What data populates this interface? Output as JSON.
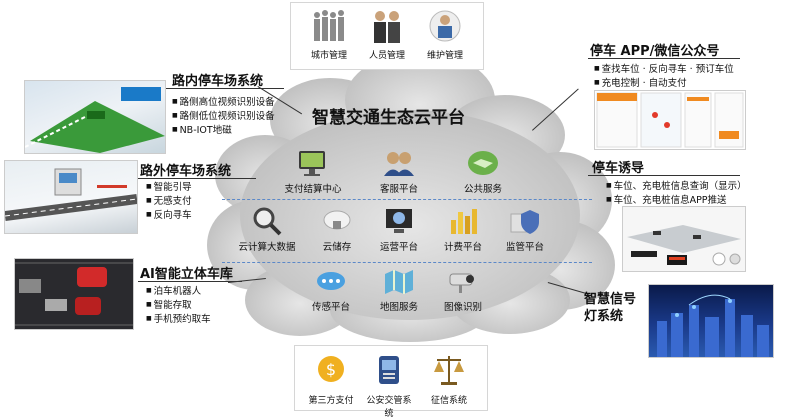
{
  "cloud": {
    "title": "智慧交通生态云平台",
    "row1": [
      {
        "label": "支付结算中心",
        "icon": "monitor-cash-icon"
      },
      {
        "label": "客服平台",
        "icon": "support-agents-icon"
      },
      {
        "label": "公共服务",
        "icon": "handshake-icon"
      }
    ],
    "row2": [
      {
        "label": "云计算大数据",
        "icon": "magnifier-cloud-icon"
      },
      {
        "label": "云储存",
        "icon": "cloud-lock-icon"
      },
      {
        "label": "运营平台",
        "icon": "operations-monitor-icon"
      },
      {
        "label": "计费平台",
        "icon": "bar-chart-icon"
      },
      {
        "label": "监管平台",
        "icon": "shield-icon"
      }
    ],
    "row3": [
      {
        "label": "传感平台",
        "icon": "sensor-cloud-icon"
      },
      {
        "label": "地图服务",
        "icon": "map-icon"
      },
      {
        "label": "图像识别",
        "icon": "camera-icon"
      }
    ]
  },
  "top_box": [
    {
      "label": "城市管理",
      "icon": "crowd-icon"
    },
    {
      "label": "人员管理",
      "icon": "staff-icon"
    },
    {
      "label": "维护管理",
      "icon": "maintenance-icon"
    }
  ],
  "bottom_box": [
    {
      "label": "第三方支付",
      "icon": "coin-icon"
    },
    {
      "label": "公安交管系统",
      "icon": "police-device-icon"
    },
    {
      "label": "征信系统",
      "icon": "scales-icon"
    }
  ],
  "left": [
    {
      "title": "路内停车场系统",
      "items": [
        "路侧高位视频识别设备",
        "路侧低位视频识别设备",
        "NB-IOT地磁"
      ]
    },
    {
      "title": "路外停车场系统",
      "items": [
        "智能引导",
        "无感支付",
        "反向寻车"
      ]
    },
    {
      "title": "AI智能立体车库",
      "items": [
        "泊车机器人",
        "智能存取",
        "手机预约取车"
      ]
    }
  ],
  "right": {
    "app": {
      "title": "停车 APP/微信公众号",
      "items": [
        "查找车位  ·  反向寻车  ·  预订车位",
        "充电控制  ·  自动支付"
      ]
    },
    "guide": {
      "title": "停车诱导",
      "items": [
        "车位、充电桩信息查询（显示）",
        "车位、充电桩信息APP推送"
      ]
    },
    "signal": {
      "title_line1": "智慧信号",
      "title_line2": "灯系统"
    }
  },
  "colors": {
    "accent_blue": "#5b88c8",
    "cloud_fill": "#cfcfcf"
  }
}
